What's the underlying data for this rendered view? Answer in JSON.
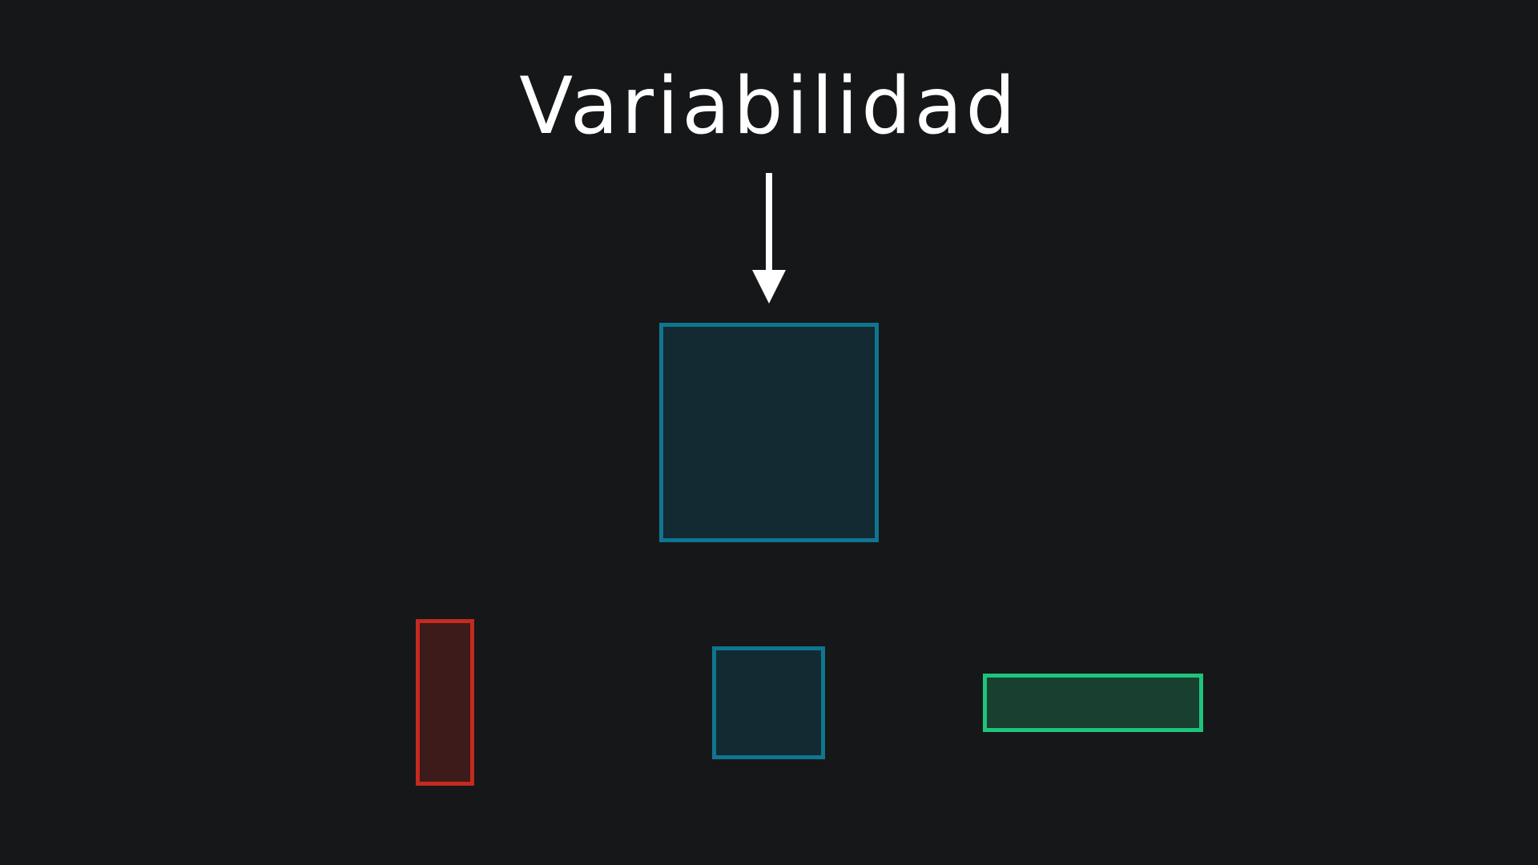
{
  "title": "Variabilidad",
  "colors": {
    "background": "#161719",
    "title": "#ffffff",
    "arrow": "#ffffff",
    "blue_stroke": "#0f7590",
    "blue_fill": "#132a32",
    "red_stroke": "#c42a1e",
    "red_fill": "#3c1b1a",
    "green_stroke": "#1ec47a",
    "green_fill": "#183f30"
  },
  "shapes": [
    {
      "id": "big-square",
      "stroke": "blue_stroke",
      "fill": "blue_fill"
    },
    {
      "id": "red-rect",
      "stroke": "red_stroke",
      "fill": "red_fill"
    },
    {
      "id": "small-square",
      "stroke": "blue_stroke",
      "fill": "blue_fill"
    },
    {
      "id": "green-rect",
      "stroke": "green_stroke",
      "fill": "green_fill"
    }
  ]
}
